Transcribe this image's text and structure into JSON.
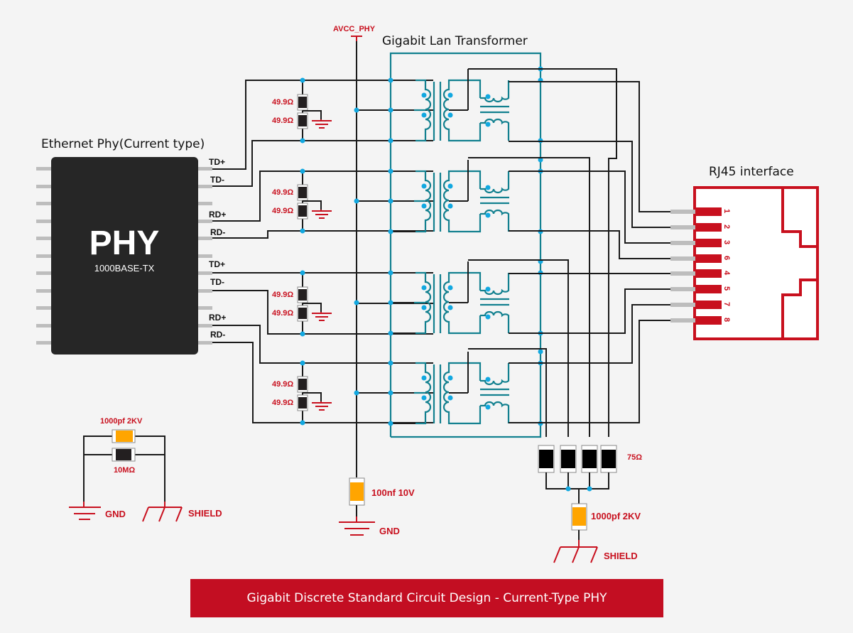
{
  "labels": {
    "phy_section_title": "Ethernet Phy(Current type)",
    "phy_chip_name": "PHY",
    "phy_chip_subtitle": "1000BASE-TX",
    "transformer_title": "Gigabit Lan Transformer",
    "rj45_title": "RJ45 interface",
    "power_rail": "AVCC_PHY",
    "banner": "Gigabit Discrete Standard Circuit Design - Current-Type PHY"
  },
  "phy_pins": [
    "TD+",
    "TD-",
    "RD+",
    "RD-",
    "TD+",
    "TD-",
    "RD+",
    "RD-"
  ],
  "termination_resistors": [
    "49.9Ω",
    "49.9Ω",
    "49.9Ω",
    "49.9Ω",
    "49.9Ω",
    "49.9Ω",
    "49.9Ω",
    "49.9Ω"
  ],
  "rj45_pins": [
    "1",
    "2",
    "3",
    "6",
    "4",
    "5",
    "7",
    "8"
  ],
  "components": {
    "bob_smith_resistors": "75Ω",
    "bob_smith_cap": "1000pf 2KV",
    "bob_smith_ground": "SHIELD",
    "decoupling_cap": "100nf 10V",
    "decoupling_ground": "GND",
    "chassis_cap": "1000pf 2KV",
    "chassis_resistor": "10MΩ",
    "chassis_gnd": "GND",
    "chassis_shield": "SHIELD"
  },
  "colors": {
    "accent_red": "#c30e22",
    "transformer_teal": "#12808f",
    "junction_blue": "#12a8e0",
    "capacitor_orange": "#ffa500",
    "chip_dark": "#262626"
  }
}
